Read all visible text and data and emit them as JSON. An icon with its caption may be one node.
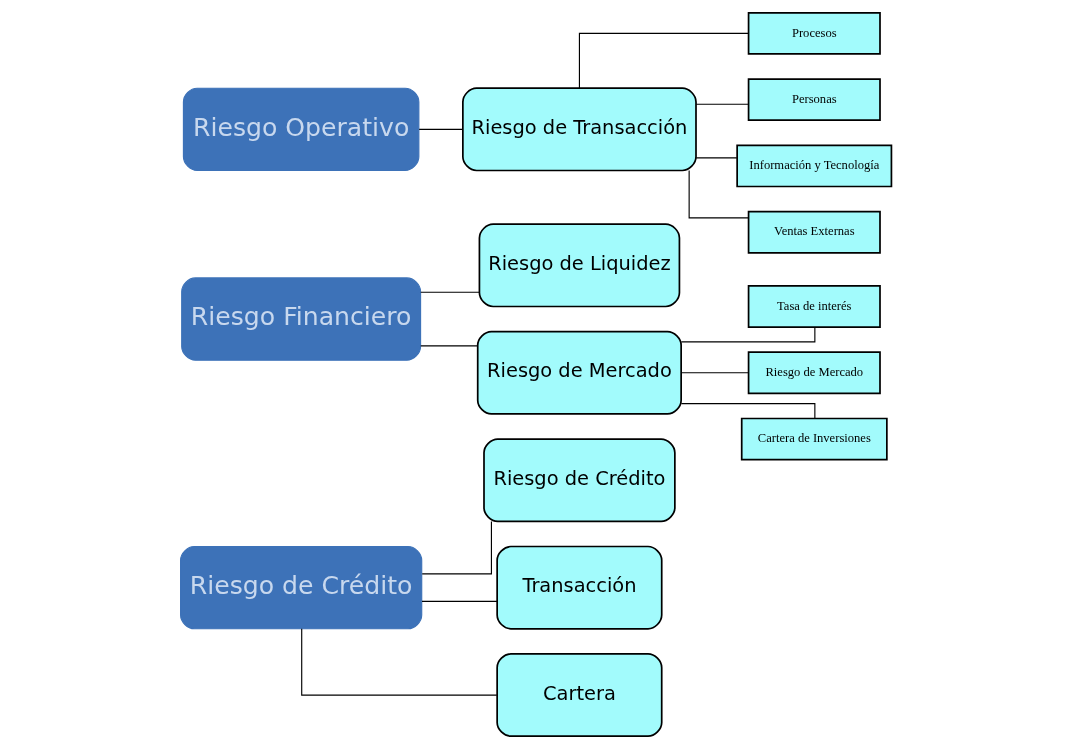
{
  "diagram": {
    "nodes": [
      {
        "text": [
          "Riesgo de Crédito"
        ]
      },
      {
        "text": [
          "Riesgo Financiero"
        ]
      },
      {
        "text": [
          "Riesgo Operativo"
        ]
      },
      {
        "text": [
          "Riesgo de Crédito"
        ]
      },
      {
        "text": [
          "Transacción"
        ]
      },
      {
        "text": [
          "Cartera"
        ]
      },
      {
        "text": [
          "Riesgo de Liquidez"
        ]
      },
      {
        "text": [
          "Riesgo de Mercado"
        ]
      },
      {
        "text": [
          "Tasa de interés"
        ]
      },
      {
        "text": [
          "Riesgo de Mercado"
        ]
      },
      {
        "text": [
          "Cartera de Inversiones"
        ]
      },
      {
        "text": [
          "Riesgo de Transacción"
        ]
      },
      {
        "text": [
          "Procesos"
        ]
      },
      {
        "text": [
          "Personas"
        ]
      },
      {
        "text": [
          "Información y Tecnología"
        ]
      },
      {
        "text": [
          "Ventas Externas"
        ]
      }
    ],
    "edges": [
      {
        "from": 0,
        "to": 3,
        "arrow": "none"
      },
      {
        "from": 0,
        "to": 4,
        "arrow": "none"
      },
      {
        "from": 0,
        "to": 5,
        "arrow": "none"
      },
      {
        "from": 1,
        "to": 6,
        "arrow": "none"
      },
      {
        "from": 1,
        "to": 7,
        "arrow": "none"
      },
      {
        "from": 7,
        "to": 8,
        "arrow": "none"
      },
      {
        "from": 7,
        "to": 9,
        "arrow": "none"
      },
      {
        "from": 7,
        "to": 10,
        "arrow": "none"
      },
      {
        "from": 2,
        "to": 11,
        "arrow": "none"
      },
      {
        "from": 11,
        "to": 12,
        "arrow": "none"
      },
      {
        "from": 11,
        "to": 13,
        "arrow": "none"
      },
      {
        "from": 11,
        "to": 14,
        "arrow": "none"
      },
      {
        "from": 11,
        "to": 15,
        "arrow": "none"
      }
    ]
  }
}
